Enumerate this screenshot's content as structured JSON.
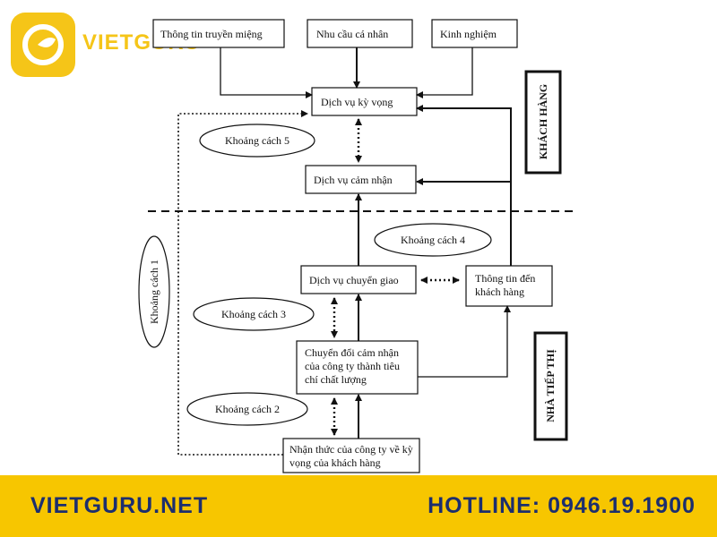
{
  "brand": {
    "logo_text": "VIETGURU",
    "accent_color": "#f5c518",
    "icon": "vietguru-logo-icon"
  },
  "footer": {
    "website": "VIETGURU.NET",
    "hotline": "HOTLINE: 0946.19.1900",
    "bg_color": "#f7c600",
    "text_color": "#1c2e6e"
  },
  "diagram": {
    "boxes": {
      "word_of_mouth": "Thông tin truyền miệng",
      "personal_needs": "Nhu cầu cá nhân",
      "experience": "Kinh nghiệm",
      "expected_service": "Dịch vụ kỳ vọng",
      "perceived_service": "Dịch vụ cảm nhận",
      "service_delivery": "Dịch vụ chuyển giao",
      "external_comm": [
        "Thông tin đến",
        "khách hàng"
      ],
      "translation": [
        "Chuyển đổi cảm nhận",
        "của công ty thành tiêu",
        "chí chất lượng"
      ],
      "mgmt_perception": [
        "Nhận thức của công ty về kỳ",
        "vọng của khách hàng"
      ]
    },
    "gaps": {
      "gap1": "Khoảng cách 1",
      "gap2": "Khoảng cách 2",
      "gap3": "Khoảng cách 3",
      "gap4": "Khoảng cách 4",
      "gap5": "Khoảng cách 5"
    },
    "sides": {
      "customer": "KHÁCH HÀNG",
      "marketer": "NHÀ TIẾP THỊ"
    }
  }
}
